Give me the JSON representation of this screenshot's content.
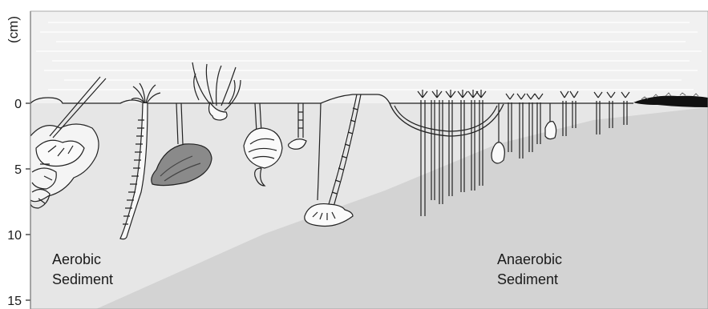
{
  "axis": {
    "unit_label": "(cm)",
    "ticks": [
      "0",
      "5",
      "10",
      "15"
    ]
  },
  "zones": {
    "aerobic_label_line1": "Aerobic",
    "aerobic_label_line2": "Sediment",
    "anaerobic_label_line1": "Anaerobic",
    "anaerobic_label_line2": "Sediment"
  },
  "colors": {
    "water": "#f1f1f1",
    "aerobic_sediment": "#e6e6e6",
    "anaerobic_sediment": "#d3d3d3",
    "outline": "#222222"
  }
}
